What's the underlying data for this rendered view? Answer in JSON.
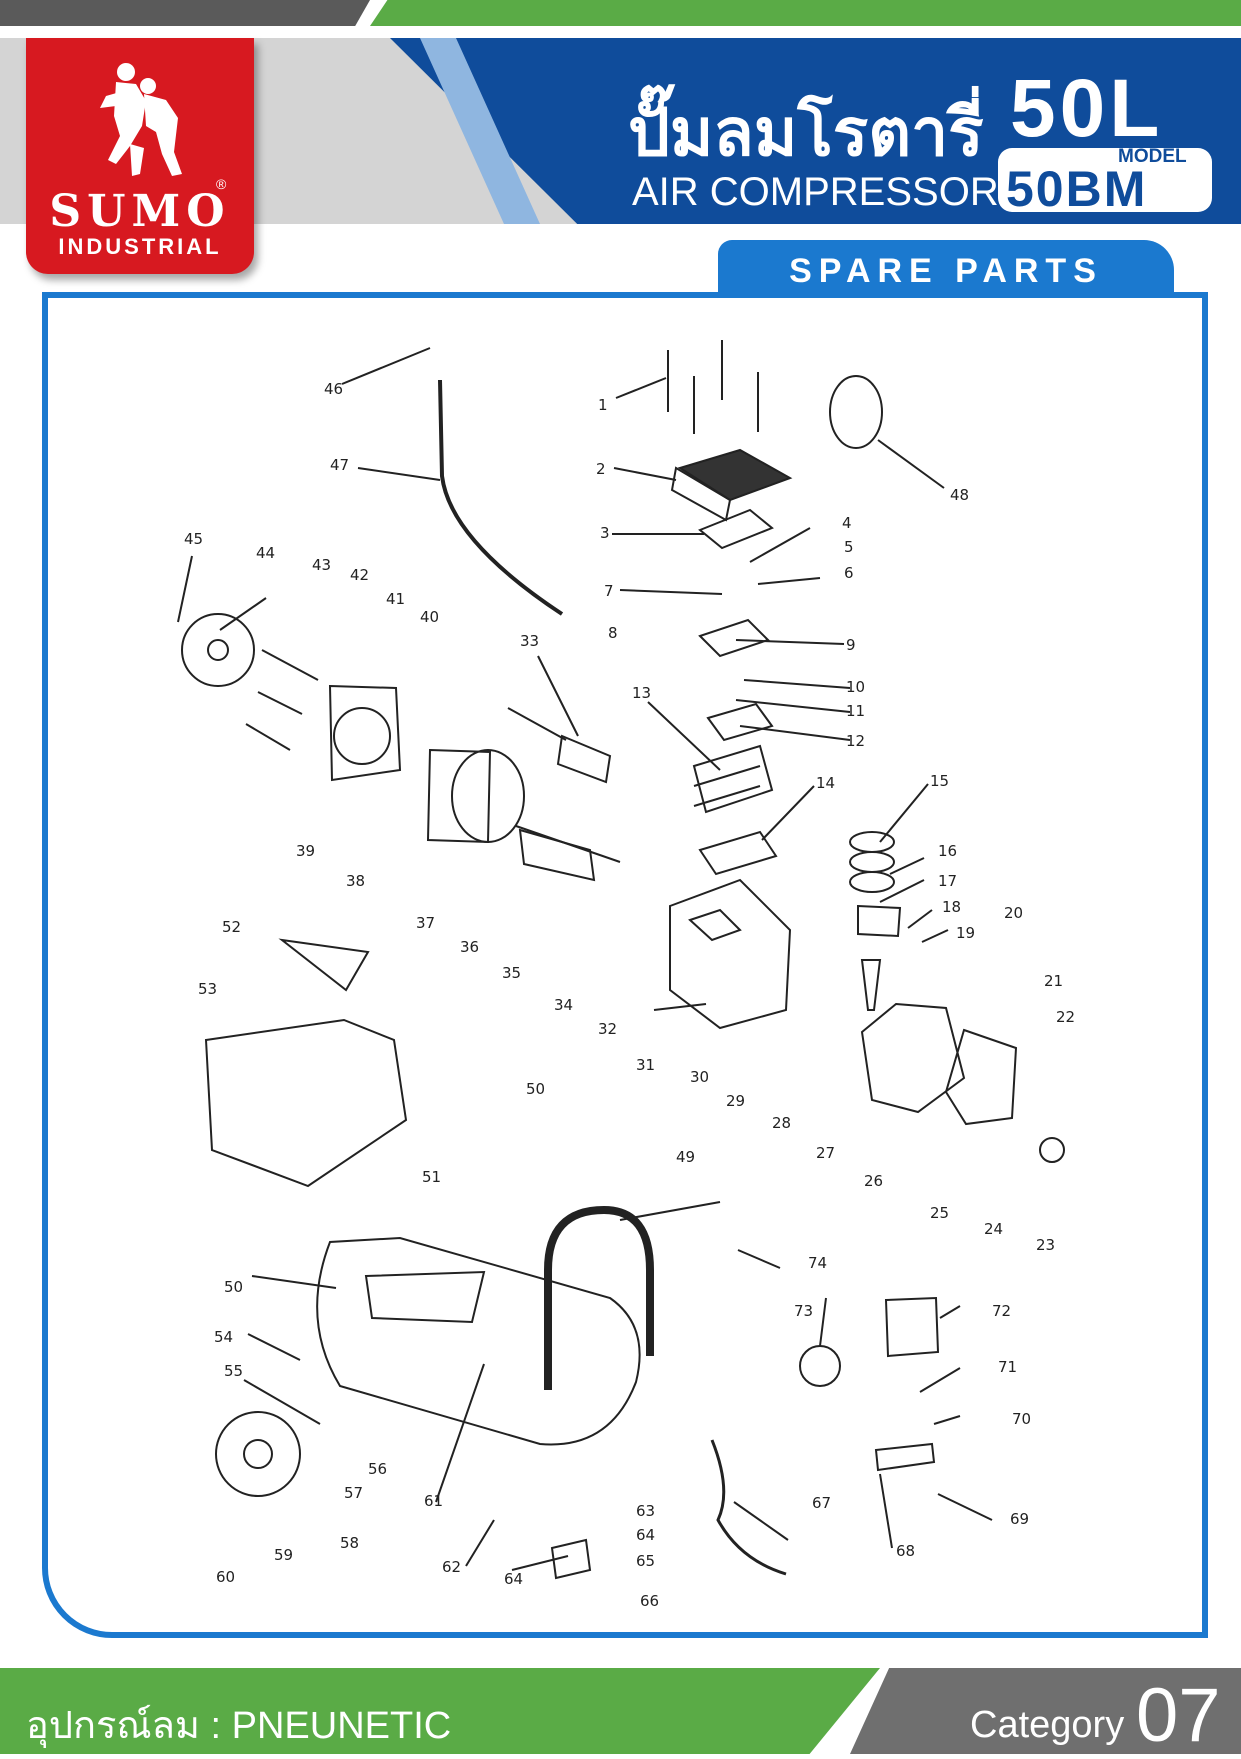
{
  "brand": {
    "name": "SUMO",
    "sub": "INDUSTRIAL",
    "reg": "®"
  },
  "header": {
    "title_th": "ปั๊มลมโรตารี่",
    "title_en": "AIR COMPRESSOR",
    "capacity": "50L",
    "model_label": "MODEL",
    "model_code": "50BM"
  },
  "section_tab": "SPARE PARTS",
  "footer": {
    "left": "อุปกรณ์ลม : PNEUNETIC",
    "category_label": "Category",
    "category_number": "07"
  },
  "colors": {
    "brand_red": "#d71920",
    "blue": "#0f4c9b",
    "tab_blue": "#1b79cf",
    "green": "#5aab46",
    "gray": "#d4d4d4"
  },
  "part_numbers": [
    "1",
    "2",
    "3",
    "4",
    "5",
    "6",
    "7",
    "8",
    "9",
    "10",
    "11",
    "12",
    "13",
    "14",
    "15",
    "16",
    "17",
    "18",
    "19",
    "20",
    "21",
    "22",
    "23",
    "24",
    "25",
    "26",
    "27",
    "28",
    "29",
    "30",
    "31",
    "32",
    "33",
    "34",
    "35",
    "36",
    "37",
    "38",
    "39",
    "40",
    "41",
    "42",
    "43",
    "44",
    "45",
    "46",
    "47",
    "48",
    "49",
    "50",
    "50",
    "51",
    "52",
    "53",
    "54",
    "55",
    "56",
    "57",
    "58",
    "59",
    "60",
    "61",
    "62",
    "63",
    "64",
    "64",
    "65",
    "66",
    "67",
    "68",
    "69",
    "70",
    "71",
    "72",
    "73",
    "74"
  ]
}
